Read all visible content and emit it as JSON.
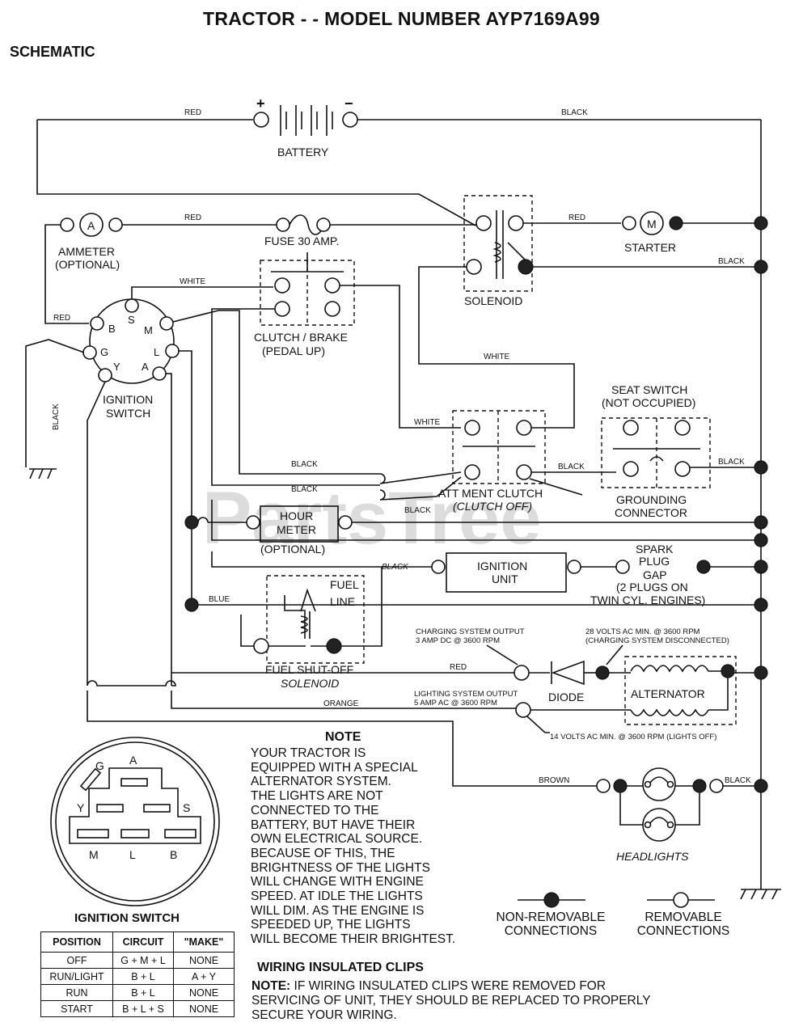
{
  "title": "TRACTOR - - MODEL NUMBER AYP7169A99",
  "section": "SCHEMATIC",
  "watermark": "PartsTree",
  "components": {
    "battery": "BATTERY",
    "ammeter_line1": "AMMETER",
    "ammeter_line2": "(OPTIONAL)",
    "ammeter_symbol": "A",
    "fuse": "FUSE 30 AMP.",
    "starter": "STARTER",
    "starter_symbol": "M",
    "solenoid": "SOLENOID",
    "clutch_brake_line1": "CLUTCH / BRAKE",
    "clutch_brake_line2": "(PEDAL UP)",
    "ignition_switch_line1": "IGNITION",
    "ignition_switch_line2": "SWITCH",
    "seat_switch_line1": "SEAT SWITCH",
    "seat_switch_line2": "(NOT OCCUPIED)",
    "grounding_line1": "GROUNDING",
    "grounding_line2": "CONNECTOR",
    "attachment_clutch_line1": "ATT MENT CLUTCH",
    "attachment_clutch_line2": "(CLUTCH OFF)",
    "hour_meter_line1": "HOUR",
    "hour_meter_line2": "METER",
    "hour_meter_line3": "(OPTIONAL)",
    "ignition_unit_line1": "IGNITION",
    "ignition_unit_line2": "UNIT",
    "spark_line1": "SPARK",
    "spark_line2": "PLUG",
    "spark_line3": "GAP",
    "spark_line4": "(2 PLUGS ON",
    "spark_line5": "TWIN CYL. ENGINES)",
    "fuel_line1": "FUEL",
    "fuel_line2": "LINE",
    "fuel_solenoid_line1": "FUEL SHUT-OFF",
    "fuel_solenoid_line2": "SOLENOID",
    "diode": "DIODE",
    "alternator": "ALTERNATOR",
    "headlights": "HEADLIGHTS",
    "charging_line1": "CHARGING SYSTEM OUTPUT",
    "charging_line2": "3 AMP DC @ 3600 RPM",
    "volts28_line1": "28 VOLTS AC MIN. @ 3600 RPM",
    "volts28_line2": "(CHARGING SYSTEM DISCONNECTED)",
    "lighting_line1": "LIGHTING SYSTEM OUTPUT",
    "lighting_line2": "5 AMP AC @ 3600 RPM",
    "volts14": "14 VOLTS AC MIN. @ 3600 RPM (LIGHTS OFF)"
  },
  "terminals": {
    "ignition": [
      "B",
      "S",
      "M",
      "L",
      "A",
      "Y",
      "G"
    ],
    "connector": [
      "G",
      "A",
      "Y",
      "S",
      "M",
      "L",
      "B"
    ]
  },
  "wire_labels": {
    "red": "RED",
    "black": "BLACK",
    "white": "WHITE",
    "blue": "BLUE",
    "orange": "ORANGE",
    "brown": "BROWN"
  },
  "symbols": {
    "plus": "+",
    "minus": "−"
  },
  "note": {
    "heading": "NOTE",
    "body": "YOUR TRACTOR IS\nEQUIPPED WITH A SPECIAL\nALTERNATOR SYSTEM.\nTHE LIGHTS ARE NOT\nCONNECTED TO THE\nBATTERY, BUT HAVE THEIR\nOWN ELECTRICAL SOURCE.\nBECAUSE OF THIS, THE\nBRIGHTNESS OF THE LIGHTS\nWILL CHANGE WITH ENGINE\nSPEED. AT IDLE THE LIGHTS\nWILL DIM. AS THE ENGINE IS\nSPEEDED UP, THE LIGHTS\nWILL BECOME THEIR BRIGHTEST."
  },
  "legend": {
    "non_removable": "NON-REMOVABLE CONNECTIONS",
    "removable": "REMOVABLE CONNECTIONS"
  },
  "clips": {
    "heading": "WIRING INSULATED CLIPS",
    "note_label": "NOTE:",
    "note_text": " IF WIRING INSULATED CLIPS WERE REMOVED FOR SERVICING OF UNIT, THEY SHOULD BE REPLACED TO PROPERLY SECURE YOUR WIRING."
  },
  "ignition_table": {
    "title": "IGNITION SWITCH",
    "headers": [
      "POSITION",
      "CIRCUIT",
      "\"MAKE\""
    ],
    "rows": [
      [
        "OFF",
        "G + M + L",
        "NONE"
      ],
      [
        "RUN/LIGHT",
        "B + L",
        "A + Y"
      ],
      [
        "RUN",
        "B + L",
        "NONE"
      ],
      [
        "START",
        "B + L + S",
        "NONE"
      ]
    ]
  }
}
